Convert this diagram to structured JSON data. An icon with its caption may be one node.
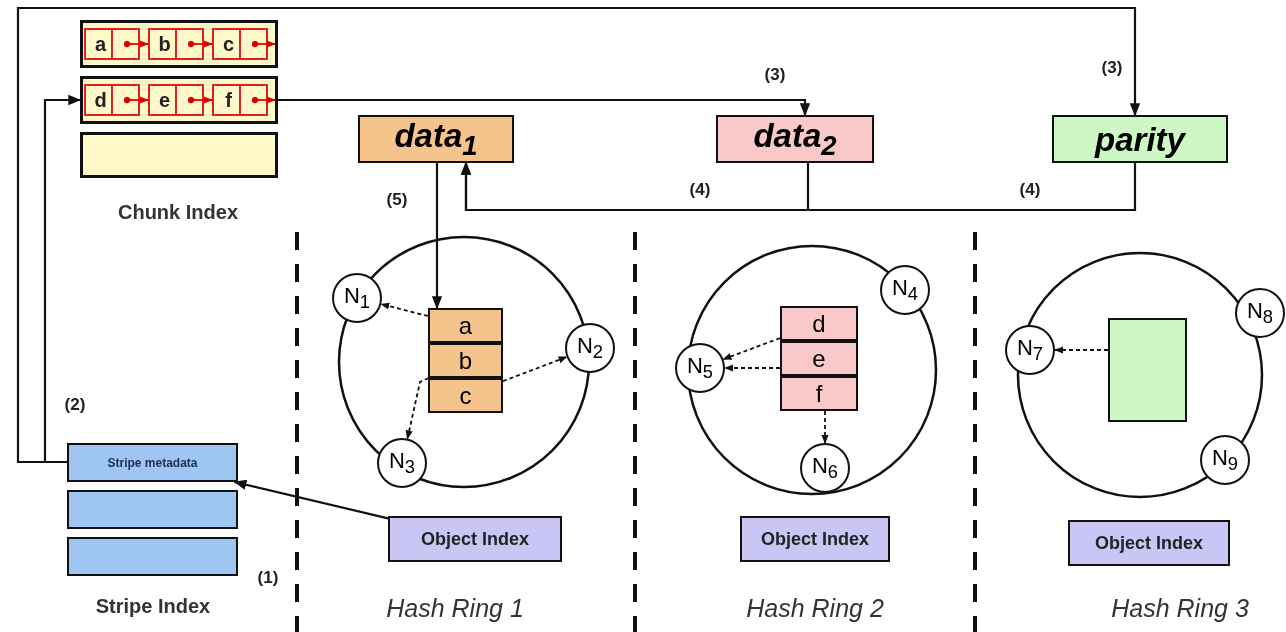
{
  "diagram": {
    "nodes": [
      {
        "text": [],
        "shape": "box"
      },
      {
        "text": [
          "a"
        ],
        "in": 0
      },
      {
        "text": [
          "b"
        ],
        "in": 0
      },
      {
        "text": [
          "c"
        ],
        "in": 0
      },
      {
        "text": [],
        "shape": "box"
      },
      {
        "text": [
          "d"
        ],
        "in": 4
      },
      {
        "text": [
          "e"
        ],
        "in": 4
      },
      {
        "text": [
          "f"
        ],
        "in": 4
      },
      {
        "text": [],
        "shape": "box"
      },
      {
        "text": [
          "Stripe metadata"
        ]
      },
      {
        "text": [],
        "shape": "box"
      },
      {
        "text": [],
        "shape": "box"
      },
      {
        "text": [
          "data$_{1}$"
        ]
      },
      {
        "text": [
          "data$_{2}$"
        ]
      },
      {
        "text": [
          "parity"
        ]
      },
      {
        "text": [
          "N$_{1}$"
        ]
      },
      {
        "text": [
          "N$_{2}$"
        ]
      },
      {
        "text": [
          "N$_{3}$"
        ]
      },
      {
        "text": [],
        "shape": "box"
      },
      {
        "text": [
          "a"
        ],
        "in": 18
      },
      {
        "text": [
          "b"
        ],
        "in": 18
      },
      {
        "text": [
          "c"
        ],
        "in": 18
      },
      {
        "text": [
          "Object Index"
        ]
      },
      {
        "text": [
          "N$_{4}$"
        ]
      },
      {
        "text": [
          "N$_{5}$"
        ]
      },
      {
        "text": [
          "N$_{6}$"
        ]
      },
      {
        "text": [],
        "shape": "box"
      },
      {
        "text": [
          "d"
        ],
        "in": 26
      },
      {
        "text": [
          "e"
        ],
        "in": 26
      },
      {
        "text": [
          "f"
        ],
        "in": 26
      },
      {
        "text": [
          "Object Index"
        ]
      },
      {
        "text": [
          "N$_{7}$"
        ]
      },
      {
        "text": [
          "N$_{8}$"
        ]
      },
      {
        "text": [
          "N$_{9}$"
        ]
      },
      {
        "text": [],
        "shape": "box"
      },
      {
        "text": [
          "Object Index"
        ]
      }
    ],
    "edges": [
      {
        "from": 1,
        "to": 2,
        "arrow": "to",
        "color": "#e00000"
      },
      {
        "from": 2,
        "to": 3,
        "arrow": "to",
        "color": "#e00000"
      },
      {
        "from": 3,
        "to": null,
        "arrow": "to",
        "color": "#e00000"
      },
      {
        "from": 5,
        "to": 6,
        "arrow": "to",
        "color": "#e00000"
      },
      {
        "from": 6,
        "to": 7,
        "arrow": "to",
        "color": "#e00000"
      },
      {
        "from": 7,
        "to": null,
        "arrow": "to",
        "color": "#e00000"
      },
      {
        "from": 9,
        "to": 4,
        "arrow": "to",
        "label": "(2)"
      },
      {
        "from": 9,
        "to": 14,
        "arrow": "to",
        "label": "(3)"
      },
      {
        "from": 4,
        "to": 13,
        "arrow": "to",
        "label": "(3)"
      },
      {
        "from": 13,
        "to": 12,
        "arrow": "to",
        "label": "(4)"
      },
      {
        "from": 14,
        "to": 12,
        "arrow": "to",
        "label": "(4)"
      },
      {
        "from": 12,
        "to": 18,
        "arrow": "to",
        "label": "(5)"
      },
      {
        "from": 22,
        "to": 9,
        "arrow": "to",
        "label": "(1)"
      },
      {
        "from": 19,
        "to": 15,
        "arrow": "to",
        "style": "dashed"
      },
      {
        "from": 20,
        "to": 17,
        "arrow": "to",
        "style": "dashed"
      },
      {
        "from": 21,
        "to": 16,
        "arrow": "to",
        "style": "dashed"
      },
      {
        "from": 27,
        "to": 24,
        "arrow": "to",
        "style": "dashed"
      },
      {
        "from": 28,
        "to": 24,
        "arrow": "to",
        "style": "dashed"
      },
      {
        "from": 29,
        "to": 25,
        "arrow": "to",
        "style": "dashed"
      },
      {
        "from": 34,
        "to": 31,
        "arrow": "to",
        "style": "dashed"
      }
    ],
    "labels": [
      "Chunk Index",
      "Stripe Index",
      "Hash Ring 1",
      "Hash Ring 2",
      "Hash Ring 3"
    ]
  }
}
